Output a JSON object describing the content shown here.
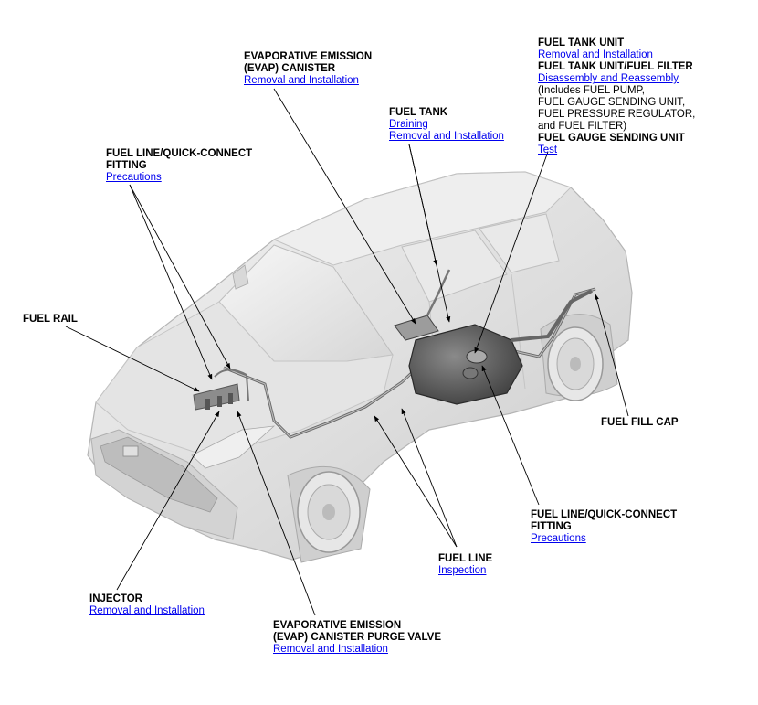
{
  "callouts": {
    "fuel_tank_unit": {
      "title": "FUEL TANK UNIT",
      "link1": "Removal and Installation",
      "title2": "FUEL TANK UNIT/FUEL FILTER",
      "link2": "Disassembly and Reassembly",
      "note1": "(Includes FUEL PUMP,",
      "note2": "FUEL GAUGE SENDING UNIT,",
      "note3": "FUEL PRESSURE REGULATOR,",
      "note4": "and FUEL FILTER)",
      "title3": "FUEL GAUGE SENDING UNIT",
      "link3": "Test"
    },
    "evap_canister": {
      "title1": "EVAPORATIVE EMISSION",
      "title2": "(EVAP) CANISTER",
      "link": "Removal and Installation"
    },
    "fuel_tank": {
      "title": "FUEL TANK",
      "link1": "Draining",
      "link2": "Removal and Installation"
    },
    "fuel_line_qc_front": {
      "title1": "FUEL LINE/QUICK-CONNECT",
      "title2": "FITTING",
      "link": "Precautions"
    },
    "fuel_rail": {
      "title": "FUEL RAIL"
    },
    "fuel_fill_cap": {
      "title": "FUEL FILL CAP"
    },
    "fuel_line_qc_rear": {
      "title1": "FUEL LINE/QUICK-CONNECT",
      "title2": "FITTING",
      "link": "Precautions"
    },
    "fuel_line": {
      "title": "FUEL LINE",
      "link": "Inspection"
    },
    "injector": {
      "title": "INJECTOR",
      "link": "Removal and Installation"
    },
    "evap_purge_valve": {
      "title1": "EVAPORATIVE EMISSION",
      "title2": "(EVAP) CANISTER PURGE VALVE",
      "link": "Removal and Installation"
    }
  },
  "colors": {
    "link": "#0000ee",
    "leader": "#000000",
    "car_body": "#e6e6e6",
    "fuel_tank": "#505050"
  }
}
